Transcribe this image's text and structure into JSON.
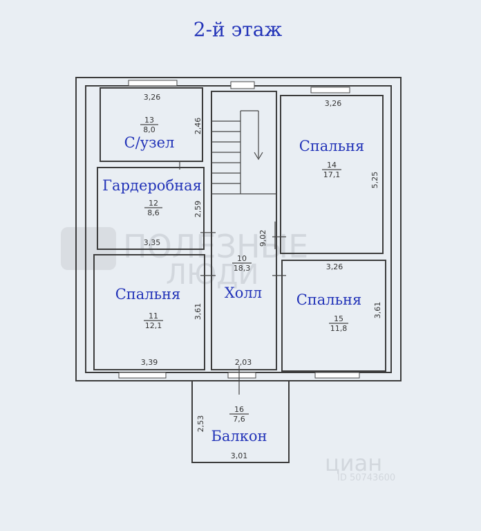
{
  "title": "2-й этаж",
  "rooms": [
    {
      "id": "13",
      "name": "С/узел",
      "number": "13",
      "area": "8,0"
    },
    {
      "id": "12",
      "name": "Гардеробная",
      "number": "12",
      "area": "8,6"
    },
    {
      "id": "11",
      "name": "Спальня",
      "number": "11",
      "area": "12,1"
    },
    {
      "id": "10",
      "name": "Холл",
      "number": "10",
      "area": "18,3"
    },
    {
      "id": "14",
      "name": "Спальня",
      "number": "14",
      "area": "17,1"
    },
    {
      "id": "15",
      "name": "Спальня",
      "number": "15",
      "area": "11,8"
    },
    {
      "id": "16",
      "name": "Балкон",
      "number": "16",
      "area": "7,6"
    }
  ],
  "dimensions": {
    "r13_width": "3,26",
    "r13_height": "2,46",
    "r12_height": "2,59",
    "r12_width": "3,35",
    "r11_height": "3,61",
    "r11_width": "3,39",
    "hall_height": "9,02",
    "hall_width": "2,03",
    "r14_width": "3,26",
    "r14_height": "5,25",
    "r15_width": "3,26",
    "r15_height": "3,61",
    "balcony_height": "2,53",
    "balcony_width": "3,01"
  },
  "watermark": {
    "line1": "ПОЛЕЗНЫЕ",
    "line2": "ЛЮДИ",
    "cian": "циан",
    "cian_id": "ID 50743600"
  }
}
